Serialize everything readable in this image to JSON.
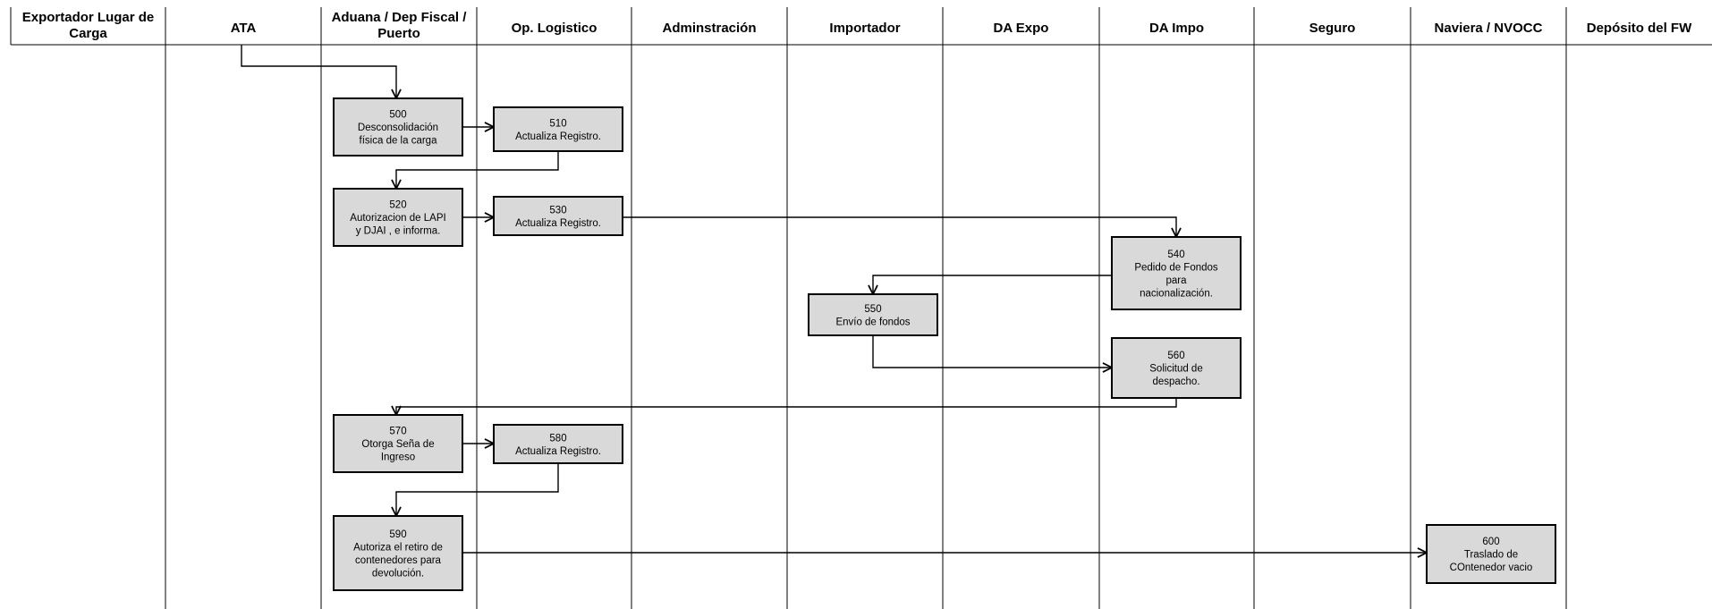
{
  "lanes": [
    {
      "id": "exportador",
      "label": [
        "Exportador Lugar de",
        "Carga"
      ]
    },
    {
      "id": "ata",
      "label": [
        "ATA"
      ]
    },
    {
      "id": "aduana",
      "label": [
        "Aduana / Dep Fiscal /",
        "Puerto"
      ]
    },
    {
      "id": "oplog",
      "label": [
        "Op. Logistico"
      ]
    },
    {
      "id": "admin",
      "label": [
        "Adminstración"
      ]
    },
    {
      "id": "importador",
      "label": [
        "Importador"
      ]
    },
    {
      "id": "daexpo",
      "label": [
        "DA Expo"
      ]
    },
    {
      "id": "daimpo",
      "label": [
        "DA Impo"
      ]
    },
    {
      "id": "seguro",
      "label": [
        "Seguro"
      ]
    },
    {
      "id": "naviera",
      "label": [
        "Naviera / NVOCC"
      ]
    },
    {
      "id": "deposito",
      "label": [
        "Depósito del FW"
      ]
    }
  ],
  "steps": [
    {
      "id": "500",
      "lines": [
        "500",
        "Desconsolidación",
        "física de la carga"
      ]
    },
    {
      "id": "510",
      "lines": [
        "510",
        "Actualiza Registro."
      ]
    },
    {
      "id": "520",
      "lines": [
        "520",
        "Autorizacion de LAPI",
        "y DJAI , e informa."
      ]
    },
    {
      "id": "530",
      "lines": [
        "530",
        "Actualiza Registro."
      ]
    },
    {
      "id": "540",
      "lines": [
        "540",
        "Pedido de Fondos",
        "para",
        "nacionalización."
      ]
    },
    {
      "id": "550",
      "lines": [
        "550",
        "Envío de fondos"
      ]
    },
    {
      "id": "560",
      "lines": [
        "560",
        "Solicitud de",
        "despacho."
      ]
    },
    {
      "id": "570",
      "lines": [
        "570",
        "Otorga Seña de",
        "Ingreso"
      ]
    },
    {
      "id": "580",
      "lines": [
        "580",
        "Actualiza Registro."
      ]
    },
    {
      "id": "590",
      "lines": [
        "590",
        "Autoriza el retiro de",
        "contenedores para",
        "devolución."
      ]
    },
    {
      "id": "600",
      "lines": [
        "600",
        "Traslado de",
        "COntenedor vacio"
      ]
    }
  ],
  "connections": [
    {
      "from": "ata",
      "to": "500"
    },
    {
      "from": "500",
      "to": "510"
    },
    {
      "from": "510",
      "to": "520"
    },
    {
      "from": "520",
      "to": "530"
    },
    {
      "from": "530",
      "to": "540"
    },
    {
      "from": "540",
      "to": "550"
    },
    {
      "from": "550",
      "to": "560"
    },
    {
      "from": "560",
      "to": "570"
    },
    {
      "from": "570",
      "to": "580"
    },
    {
      "from": "580",
      "to": "590"
    },
    {
      "from": "590",
      "to": "600"
    }
  ]
}
